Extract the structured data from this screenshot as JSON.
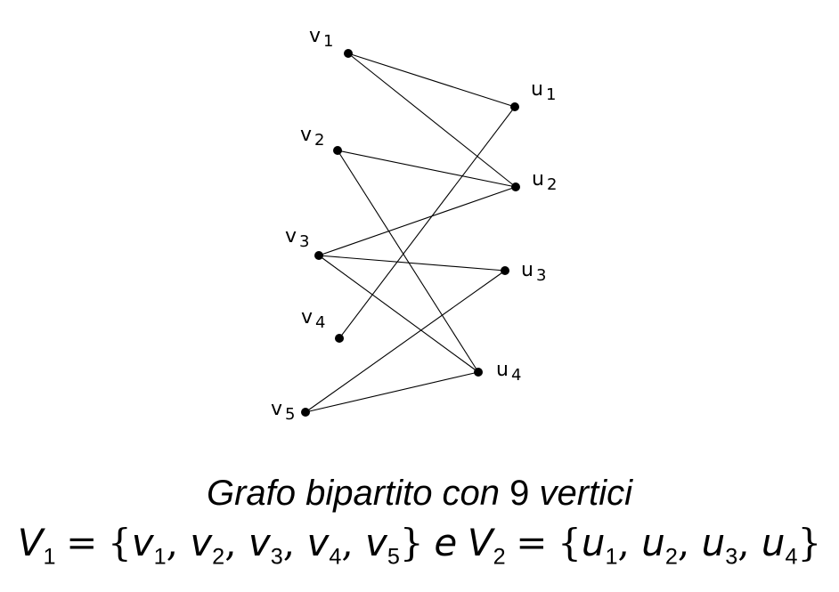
{
  "graph": {
    "left_vertices": [
      {
        "id": "v1",
        "label": "v",
        "sub": "1"
      },
      {
        "id": "v2",
        "label": "v",
        "sub": "2"
      },
      {
        "id": "v3",
        "label": "v",
        "sub": "3"
      },
      {
        "id": "v4",
        "label": "v",
        "sub": "4"
      },
      {
        "id": "v5",
        "label": "v",
        "sub": "5"
      }
    ],
    "right_vertices": [
      {
        "id": "u1",
        "label": "u",
        "sub": "1"
      },
      {
        "id": "u2",
        "label": "u",
        "sub": "2"
      },
      {
        "id": "u3",
        "label": "u",
        "sub": "3"
      },
      {
        "id": "u4",
        "label": "u",
        "sub": "4"
      }
    ],
    "edges": [
      [
        "v1",
        "u1"
      ],
      [
        "v1",
        "u2"
      ],
      [
        "v2",
        "u2"
      ],
      [
        "v2",
        "u4"
      ],
      [
        "v3",
        "u2"
      ],
      [
        "v3",
        "u3"
      ],
      [
        "v3",
        "u4"
      ],
      [
        "v4",
        "u1"
      ],
      [
        "v5",
        "u3"
      ],
      [
        "v5",
        "u4"
      ]
    ]
  },
  "caption": {
    "line1_a": "Grafo bipartito con",
    "line1_num": "9",
    "line1_b": "vertici",
    "set1_name": "V",
    "set1_sub": "1",
    "set1_elems": [
      "v1",
      "v2",
      "v3",
      "v4",
      "v5"
    ],
    "connector": "e",
    "set2_name": "V",
    "set2_sub": "2",
    "set2_elems": [
      "u1",
      "u2",
      "u3",
      "u4"
    ]
  }
}
